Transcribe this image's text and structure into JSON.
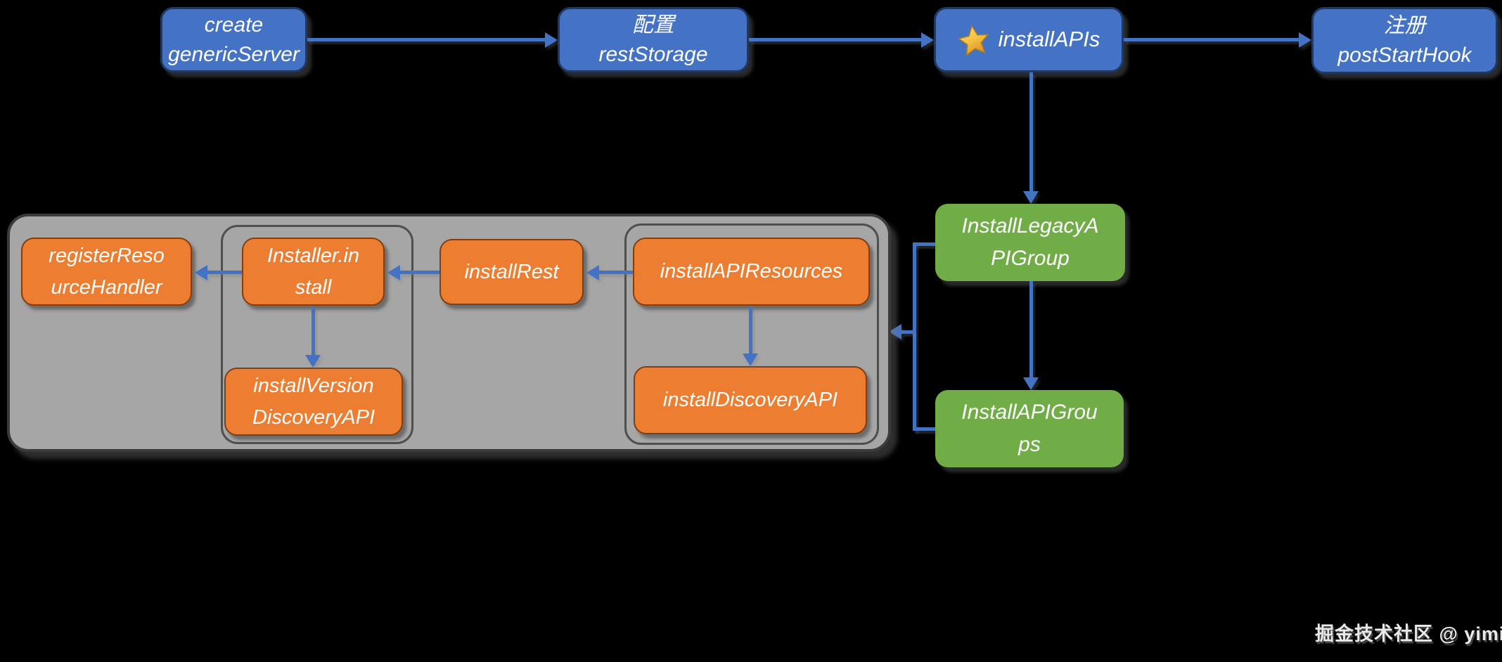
{
  "colors": {
    "background": "#000000",
    "node_blue": "#4472C4",
    "node_blue_border": "#1F3864",
    "node_green": "#70AD47",
    "node_green_border": "#22341A",
    "node_orange": "#ED7D31",
    "node_orange_border": "#7F3F10",
    "container_gray": "#A6A6A6",
    "container_border": "#3B3B3B",
    "inner_container_border": "#4F4F4F",
    "connector_blue": "#4472C4",
    "text": "#FFFFFF"
  },
  "nodes": {
    "createGenericServer": {
      "label": "create\ngenericServer"
    },
    "restStorage": {
      "label": "配置\nrestStorage"
    },
    "installAPIs": {
      "label": "installAPIs",
      "icon": "star-icon"
    },
    "postStartHook": {
      "label": "注册\npostStartHook"
    },
    "installLegacyAPIGroup": {
      "label": "InstallLegacyA\nPIGroup"
    },
    "installAPIGroups": {
      "label": "InstallAPIGrou\nps"
    },
    "registerResourceHandler": {
      "label": "registerReso\nurceHandler"
    },
    "installerInstall": {
      "label": "Installer.in\nstall"
    },
    "installVersionDiscoveryAPI": {
      "label": "installVersion\nDiscoveryAPI"
    },
    "installRest": {
      "label": "installRest"
    },
    "installAPIResources": {
      "label": "installAPIResources"
    },
    "installDiscoveryAPI": {
      "label": "installDiscoveryAPI"
    }
  },
  "watermark": {
    "text": "掘金技术社区 @ yimi"
  }
}
